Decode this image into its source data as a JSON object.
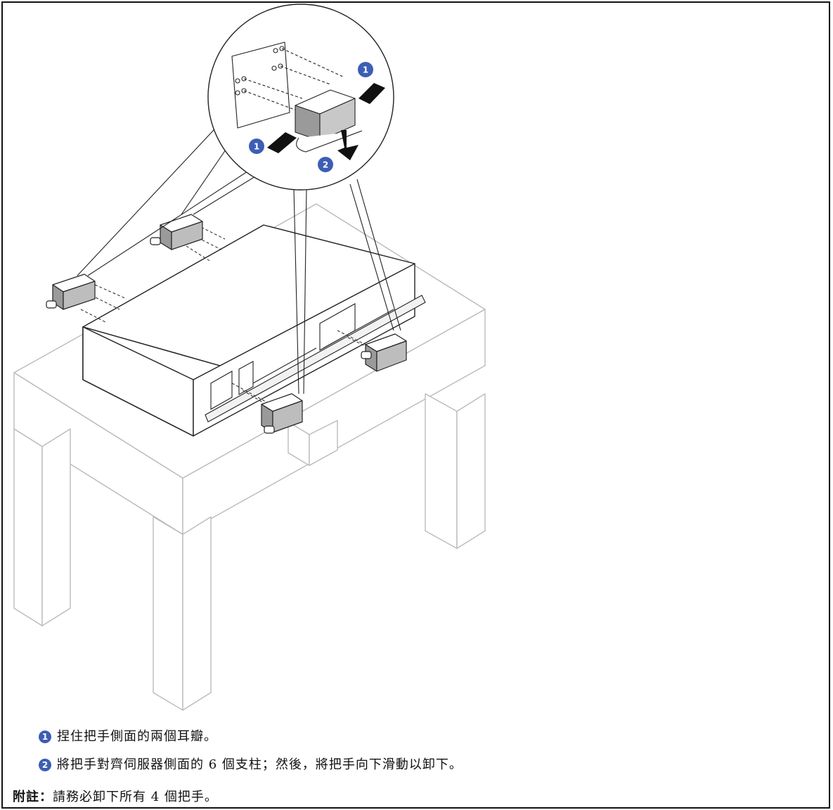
{
  "steps": [
    {
      "number": "1",
      "text": "捏住把手側面的兩個耳瓣。"
    },
    {
      "number": "2",
      "text": "將把手對齊伺服器側面的 6 個支柱；然後，將把手向下滑動以卸下。"
    }
  ],
  "note": {
    "label": "附註：",
    "text": "請務必卸下所有 4 個把手。"
  },
  "callouts": [
    "1",
    "1",
    "2"
  ],
  "colors": {
    "callout": "#3c5eb4",
    "line": "#222222",
    "table_line": "#bbbbbb",
    "handle_fill": "#9a9a9a"
  }
}
